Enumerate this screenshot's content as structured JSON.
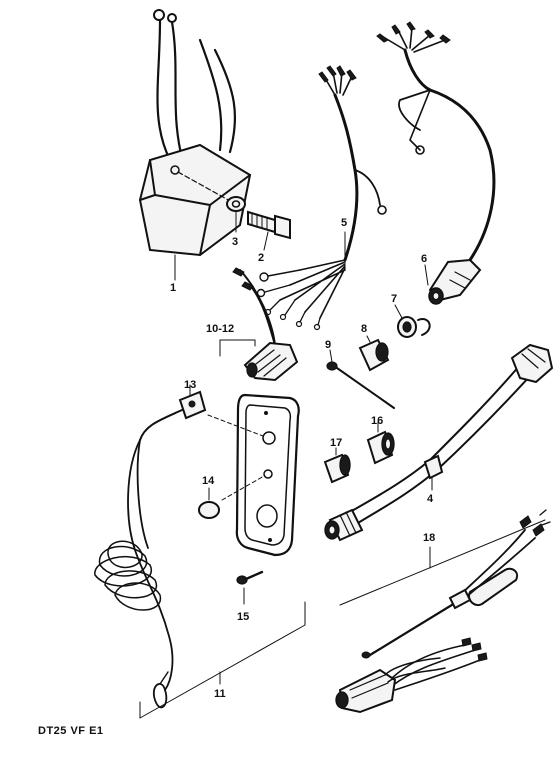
{
  "diagram": {
    "caption": "DT25 VF E1",
    "callouts": {
      "c1": "1",
      "c2": "2",
      "c3": "3",
      "c4": "4",
      "c5": "5",
      "c6": "6",
      "c7": "7",
      "c8": "8",
      "c9": "9",
      "c10_12": "10-12",
      "c11": "11",
      "c13": "13",
      "c14": "14",
      "c15": "15",
      "c16": "16",
      "c17": "17",
      "c18": "18"
    }
  }
}
